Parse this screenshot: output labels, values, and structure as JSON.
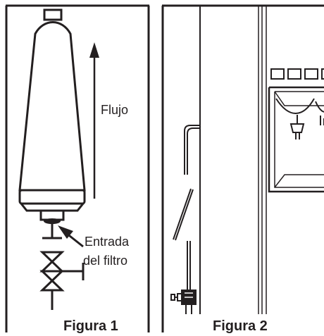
{
  "figure_1": {
    "caption": "Figura 1",
    "flow_label": "Flujo",
    "inlet_label_line1": "Entrada",
    "inlet_label_line2": "del filtro"
  },
  "figure_2": {
    "caption": "Figura 2"
  },
  "colors": {
    "ink": "#231f20",
    "paper": "#ffffff"
  }
}
